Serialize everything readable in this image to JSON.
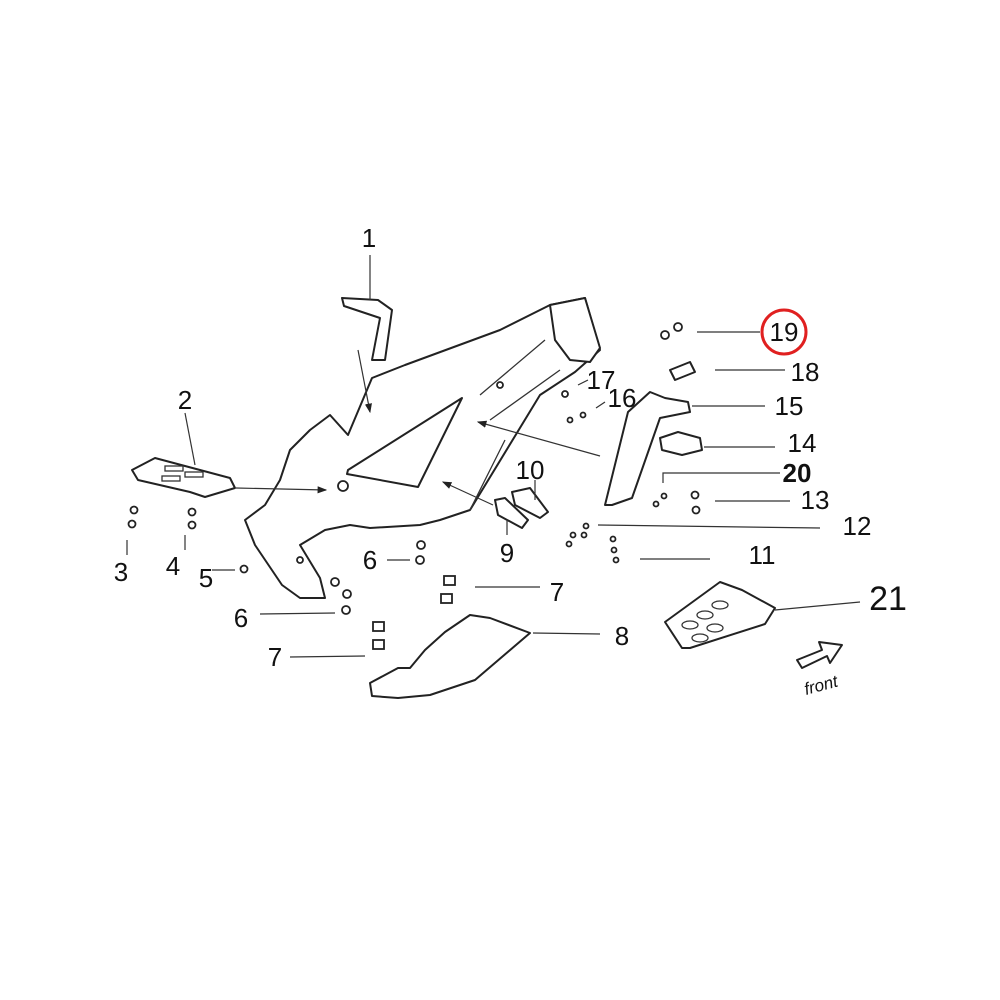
{
  "diagram": {
    "labels": {
      "p1": "1",
      "p2": "2",
      "p3": "3",
      "p4": "4",
      "p5": "5",
      "p6a": "6",
      "p6b": "6",
      "p7a": "7",
      "p7b": "7",
      "p8": "8",
      "p9": "9",
      "p10": "10",
      "p11": "11",
      "p12": "12",
      "p13": "13",
      "p14": "14",
      "p15": "15",
      "p16": "16",
      "p17": "17",
      "p18": "18",
      "p19": "19",
      "p20": "20",
      "p21": "21"
    },
    "front_label": "front",
    "highlight_color": "#e02020"
  }
}
